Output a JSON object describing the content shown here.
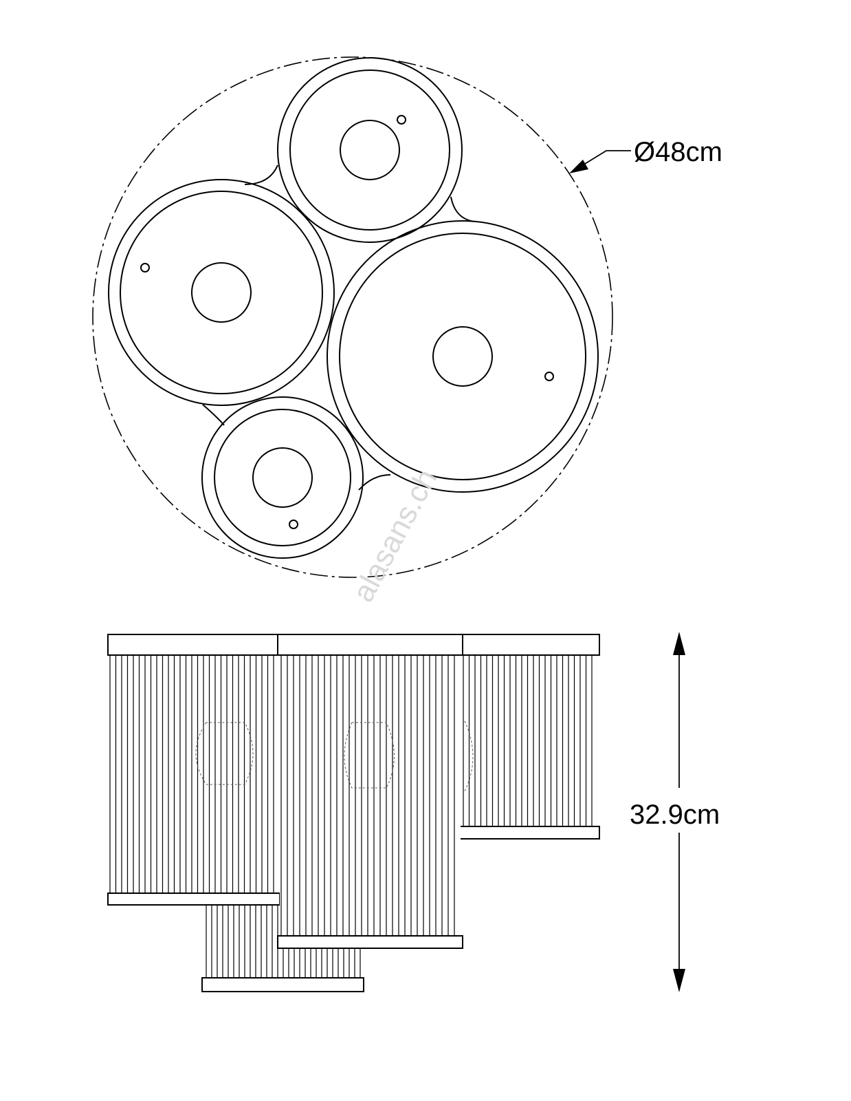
{
  "dimensions": {
    "diameter_label": "Ø48cm",
    "height_label": "32.9cm"
  },
  "watermark": "alasans.ch",
  "colors": {
    "line": "#000000",
    "watermark": "#d9d9d9",
    "background": "#ffffff"
  },
  "top_view": {
    "shade_count": 4
  },
  "side_view": {
    "shade_count": 4
  }
}
